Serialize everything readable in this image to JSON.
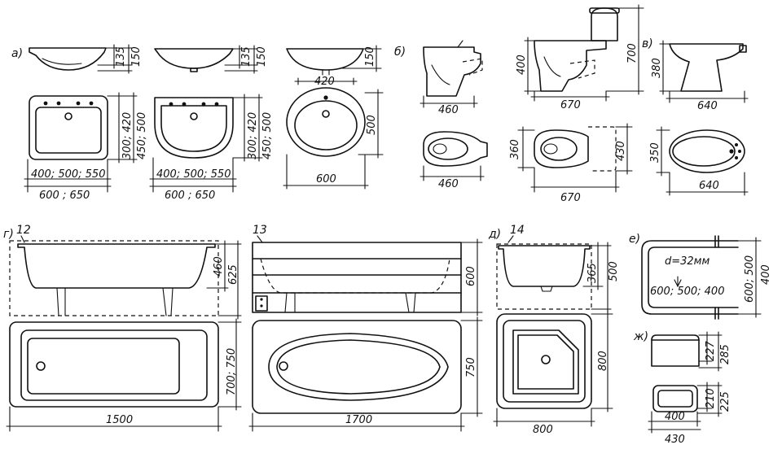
{
  "section_labels": {
    "a": "а)",
    "b": "б)",
    "v": "в)",
    "g": "г)",
    "d": "д)",
    "e": "е)",
    "zh": "ж)"
  },
  "item_numbers": {
    "n12": "12",
    "n13": "13",
    "n14": "14"
  },
  "sinks": {
    "s1_h1": "135",
    "s1_h2": "150",
    "s1_w": "300; 420",
    "s1_w2": "450; 500",
    "s1_len": "400; 500; 550",
    "s1_len2": "600 ; 650",
    "s2_h1": "135",
    "s2_h2": "150",
    "s2_w": "300; 420",
    "s2_w2": "450; 500",
    "s2_len": "400; 500; 550",
    "s2_len2": "600 ; 650",
    "s3_h": "150",
    "s3_top": "420",
    "s3_side": "500",
    "s3_len": "600"
  },
  "toilets": {
    "t1_w": "460",
    "t1_w2": "460",
    "t2_h": "400",
    "t2_h2": "700",
    "t2_w": "670",
    "t2_side": "360",
    "t2_side2": "430",
    "t2_w2": "670"
  },
  "bidet": {
    "h": "380",
    "w": "640",
    "side": "350",
    "w2": "640"
  },
  "baths": {
    "b1_h1": "460",
    "b1_h2": "625",
    "b1_side": "700; 750",
    "b1_len": "1500",
    "b2_h": "600",
    "b2_side": "750",
    "b2_len": "1700"
  },
  "shower": {
    "h1": "365",
    "h2": "500",
    "side": "800",
    "len": "800"
  },
  "towel_dryer": {
    "d_label": "d=32мм",
    "len": "600; 500; 400",
    "side": "600; 500",
    "side2": "400"
  },
  "tanks": {
    "h1": "227",
    "h2": "285",
    "h3": "210",
    "h4": "225",
    "w1": "400",
    "w2": "430"
  }
}
